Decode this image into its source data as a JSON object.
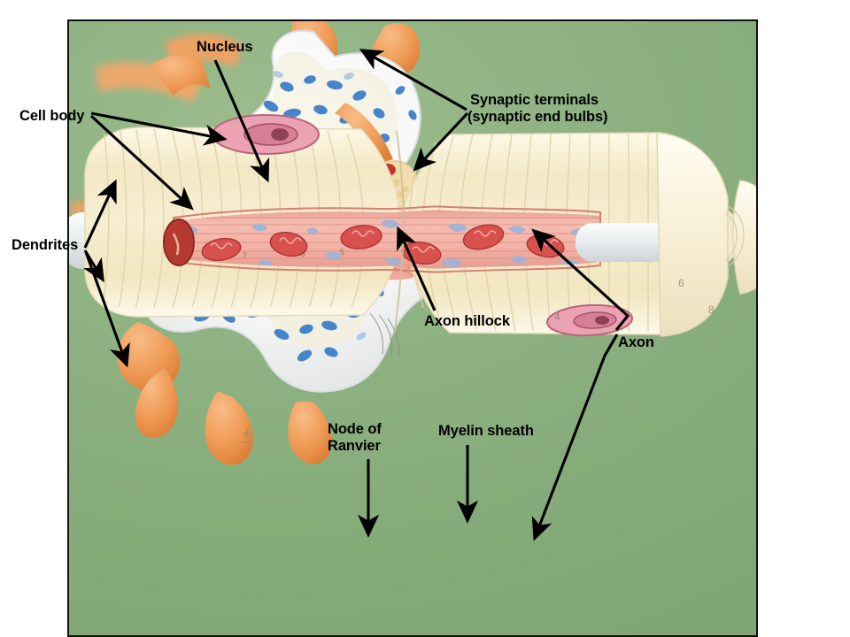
{
  "figure": {
    "kind": "anatomical-model-photograph",
    "subject": "neuron model",
    "background_color": "#8cb080",
    "border_color": "#111111",
    "canvas_color": "#ffffff"
  },
  "labels": {
    "nucleus": "Nucleus",
    "cell_body": "Cell body",
    "dendrites": "Dendrites",
    "synaptic_terminals_line1": "Synaptic terminals",
    "synaptic_terminals_line2": "(synaptic end bulbs)",
    "axon_hillock": "Axon hillock",
    "axon": "Axon",
    "node_of_ranvier_line1": "Node of",
    "node_of_ranvier_line2": "Ranvier",
    "myelin_sheath": "Myelin sheath"
  },
  "model_colors": {
    "soma_white": "#f4f6f6",
    "cytoplasm_cream": "#f6f4e6",
    "nissl_blue": "#3d7fc8",
    "nissl_blue_light": "#7ba9dd",
    "nucleus_grey": "#c3ced2",
    "dendrite_orange": "#f09a55",
    "axon_hillock_pink": "#f4a79c",
    "myelin_cream": "#f6efd2",
    "axoplasm_pink": "#f2b1a6",
    "mitochondria_red": "#d8514f",
    "schwann_nucleus_pink": "#e79fb0",
    "terminal_tan": "#f2d9a8",
    "collagen_blue": "#9fb4cf",
    "arrow_black": "#000000"
  }
}
